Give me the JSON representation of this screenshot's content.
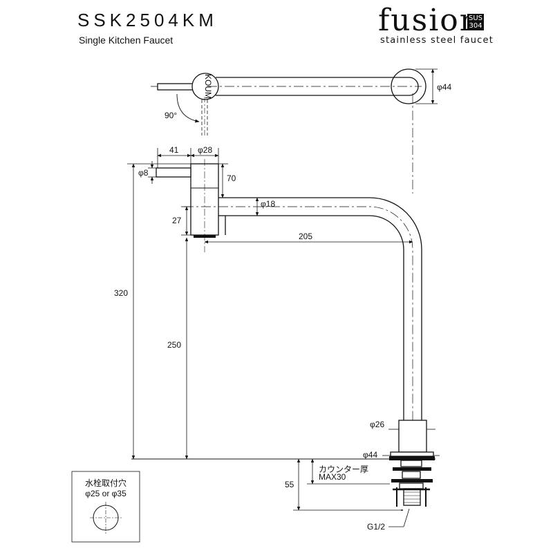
{
  "header": {
    "model": "SSK2504KM",
    "subtitle": "Single Kitchen Faucet",
    "brand": "fusion",
    "badge_top": "SUS",
    "badge_bottom": "304",
    "tagline": "stainless steel faucet"
  },
  "top_view": {
    "rotation_label": "90°",
    "diameter_label": "φ44",
    "handle_mark": "KOUM"
  },
  "dimensions": {
    "handle_length": "41",
    "body_diameter": "φ28",
    "handle_diameter": "φ8",
    "body_height": "70",
    "spout_diameter": "φ18",
    "outlet_offset": "27",
    "reach": "205",
    "total_height": "320",
    "outlet_height": "250",
    "riser_diameter": "φ26",
    "base_diameter": "φ44",
    "counter_thickness_label": "カウンター厚",
    "counter_thickness_value": "MAX30",
    "shank_length": "55",
    "thread": "G1/2"
  },
  "inset": {
    "title": "水栓取付穴",
    "hole_sizes": "φ25 or φ35"
  }
}
